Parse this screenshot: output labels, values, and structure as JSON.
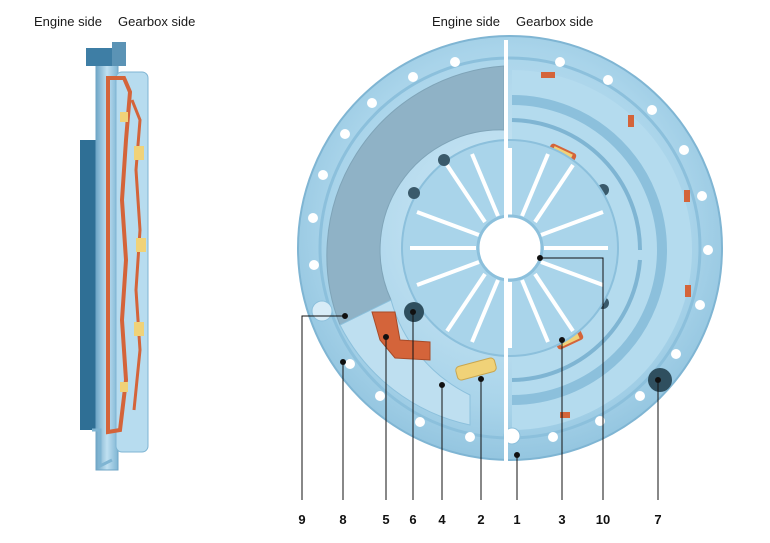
{
  "headers": {
    "left_engine": "Engine side",
    "left_gearbox": "Gearbox side",
    "right_engine": "Engine side",
    "right_gearbox": "Gearbox side"
  },
  "callouts": [
    "9",
    "8",
    "5",
    "6",
    "4",
    "2",
    "1",
    "3",
    "10",
    "7"
  ],
  "colors": {
    "metal": "#a9d4ea",
    "metal_dark": "#7fb5d3",
    "metal_light": "#cde7f5",
    "cover_shade": "#8fb2c6",
    "plate_orange": "#d4643a",
    "spring_yellow": "#f0d278",
    "hole_dark": "#3a5a6b"
  }
}
